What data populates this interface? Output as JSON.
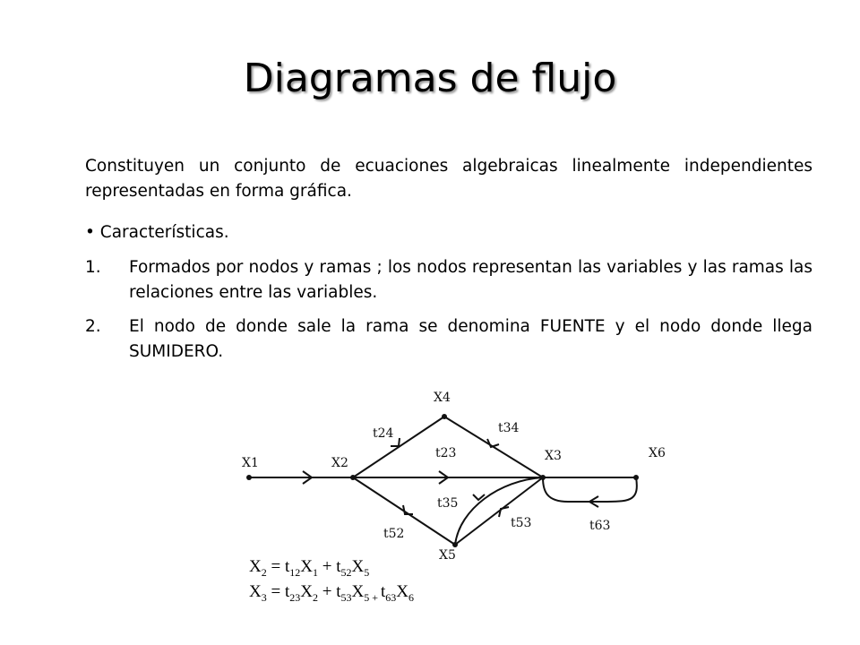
{
  "slide": {
    "title": "Diagramas de flujo",
    "intro": "Constituyen un conjunto de ecuaciones algebraicas linealmente independientes representadas en forma gráfica.",
    "bullet": "• Características.",
    "items": [
      {
        "num": "1.",
        "text": "Formados por nodos y ramas ; los nodos representan las variables y las ramas las relaciones entre las variables."
      },
      {
        "num": "2.",
        "text": "El nodo de donde sale la rama se denomina FUENTE y el nodo donde llega SUMIDERO."
      }
    ]
  },
  "diagram": {
    "nodes": {
      "x1": "X1",
      "x2": "X2",
      "x3": "X3",
      "x4": "X4",
      "x5": "X5",
      "x6": "X6"
    },
    "branches": {
      "t24": "t24",
      "t34": "t34",
      "t23": "t23",
      "t35": "t35",
      "t52": "t52",
      "t53": "t53",
      "t63": "t63"
    }
  },
  "equations": {
    "eq1": {
      "lhs": "X",
      "lhs_sub": "2",
      "eq": " = ",
      "a": "t",
      "a_sub": "12",
      "b": "X",
      "b_sub": "1",
      "plus": " + ",
      "c": "t",
      "c_sub": "52",
      "d": "X",
      "d_sub": "5"
    },
    "eq2": {
      "lhs": "X",
      "lhs_sub": "3",
      "eq": " = ",
      "a": "t",
      "a_sub": "23",
      "b": "X",
      "b_sub": "2",
      "plus": " + ",
      "c": "t",
      "c_sub": "53",
      "d": "X",
      "d_sub": "5",
      "plus2": " + ",
      "e": "t",
      "e_sub": "63",
      "f": "X",
      "f_sub": "6"
    }
  }
}
